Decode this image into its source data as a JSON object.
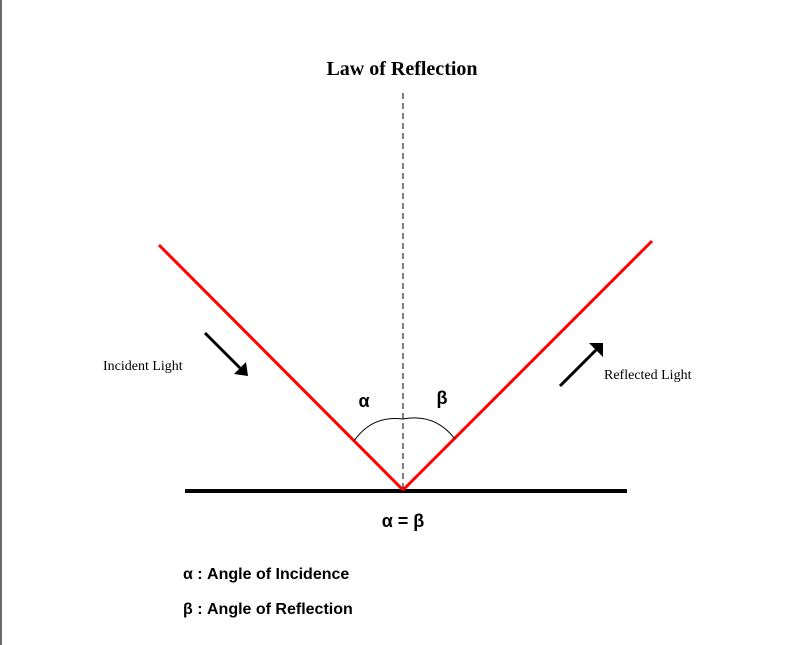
{
  "diagram": {
    "title": "Law of Reflection",
    "labels": {
      "incident": "Incident Light",
      "reflected": "Reflected Light",
      "alpha": "α",
      "beta": "β",
      "equation": "α = β"
    },
    "legend": [
      {
        "text": "α : Angle of Incidence"
      },
      {
        "text": "β : Angle of Reflection"
      }
    ],
    "colors": {
      "ray": "#ff0000",
      "surface": "#000000",
      "normal": "#000000",
      "arrow": "#000000",
      "border": "#6b6b6b"
    }
  }
}
